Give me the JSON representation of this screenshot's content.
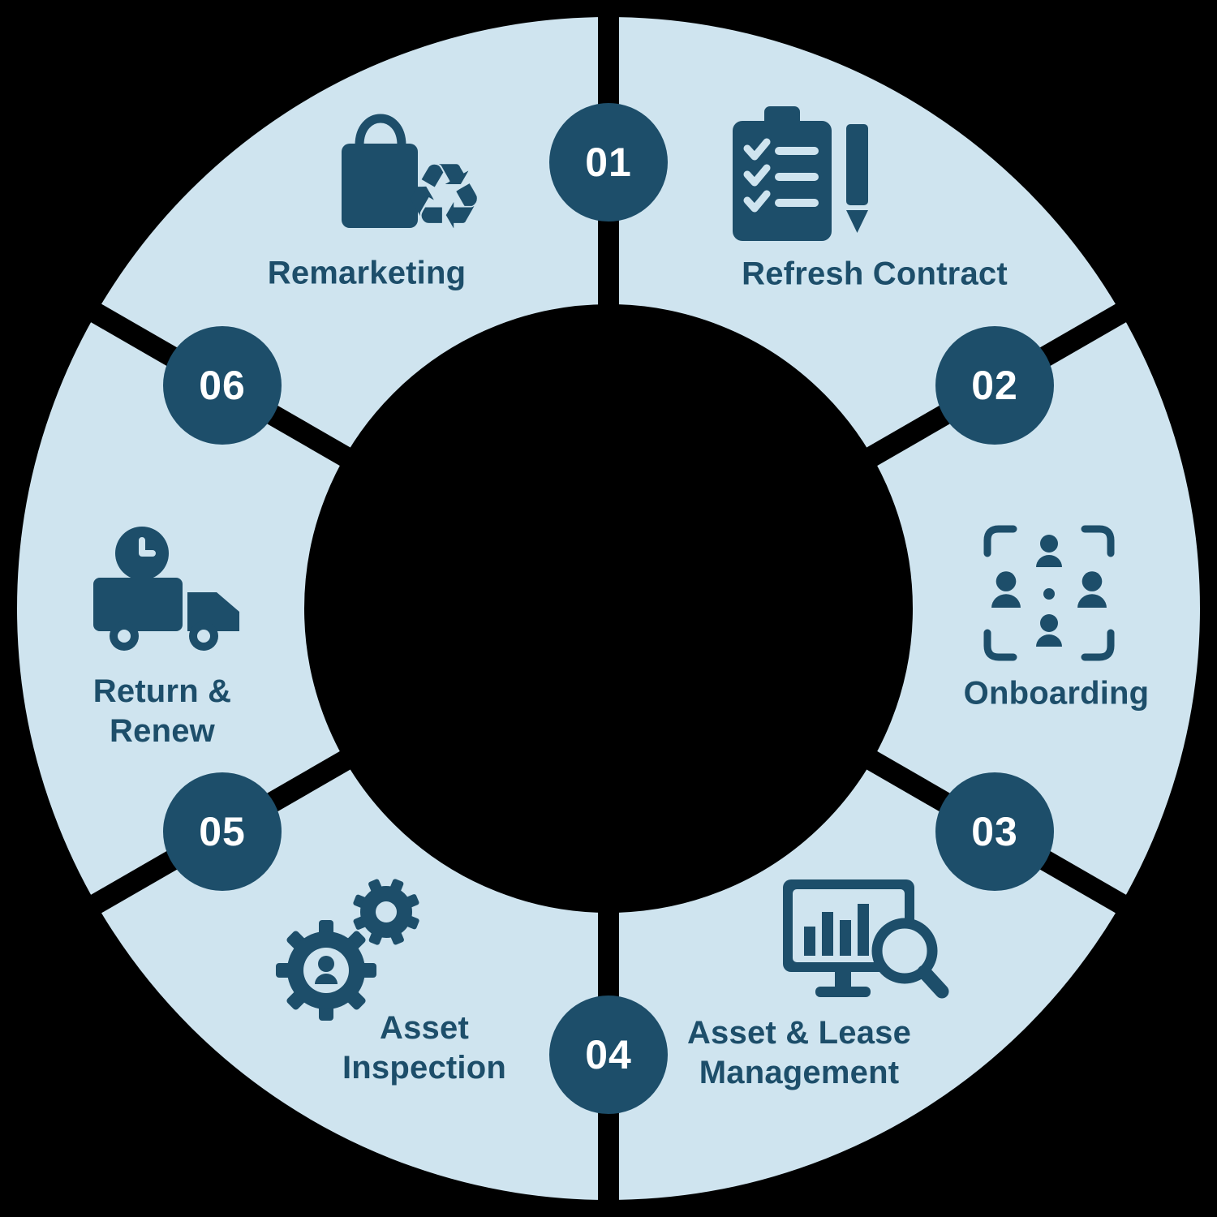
{
  "diagram": {
    "type": "cycle",
    "colors": {
      "background": "#000000",
      "segment": "#cfe4ef",
      "accent": "#1d4e6a",
      "number_text": "#ffffff",
      "label_text": "#1d4e6a"
    },
    "steps": [
      {
        "number": "01",
        "label": "Refresh Contract",
        "lines": [
          "Refresh Contract"
        ],
        "icon": "clipboard-checklist-pencil-icon"
      },
      {
        "number": "02",
        "label": "Onboarding",
        "lines": [
          "Onboarding"
        ],
        "icon": "team-network-icon"
      },
      {
        "number": "03",
        "label": "Asset & Lease Management",
        "lines": [
          "Asset & Lease",
          "Management"
        ],
        "icon": "monitor-chart-magnifier-icon"
      },
      {
        "number": "04",
        "label": "Asset Inspection",
        "lines": [
          "Asset",
          "Inspection"
        ],
        "icon": "gears-person-icon"
      },
      {
        "number": "05",
        "label": "Return & Renew",
        "lines": [
          "Return &",
          "Renew"
        ],
        "icon": "truck-clock-icon"
      },
      {
        "number": "06",
        "label": "Remarketing",
        "lines": [
          "Remarketing"
        ],
        "icon": "shopping-bag-recycle-icon"
      }
    ]
  }
}
